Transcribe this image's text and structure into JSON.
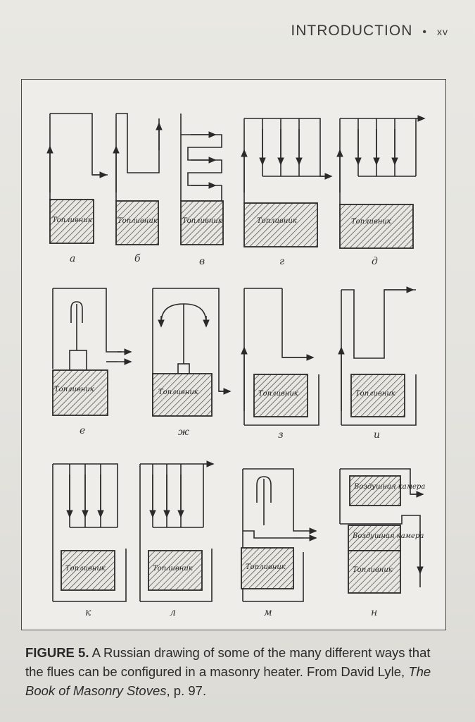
{
  "running_head": {
    "section": "INTRODUCTION",
    "separator": "•",
    "page_number": "xv"
  },
  "figure": {
    "panels": [
      {
        "firebox_label": "Топливник",
        "sublabel": "а"
      },
      {
        "firebox_label": "Топливник",
        "sublabel": "б"
      },
      {
        "firebox_label": "Топливник",
        "sublabel": "в"
      },
      {
        "firebox_label": "Топливник",
        "sublabel": "г"
      },
      {
        "firebox_label": "Топливник",
        "sublabel": "д"
      },
      {
        "firebox_label": "Топливник",
        "sublabel": "е"
      },
      {
        "firebox_label": "Топливник",
        "sublabel": "ж"
      },
      {
        "firebox_label": "Топливник",
        "sublabel": "з"
      },
      {
        "firebox_label": "Топлuвник",
        "sublabel": "и"
      },
      {
        "firebox_label": "Топливник",
        "sublabel": "к"
      },
      {
        "firebox_label": "Топливник",
        "sublabel": "л"
      },
      {
        "firebox_label": "Топливник",
        "sublabel": "м"
      },
      {
        "firebox_label": "Топливник",
        "sublabel": "н",
        "air_chamber_label": "Воздушная камера"
      }
    ]
  },
  "caption": {
    "figure_number": "FIGURE 5.",
    "text": " A Russian drawing of some of the many different ways that the flues can be configured in a masonry heater. From David Lyle, ",
    "book_title": "The Book of Masonry Stoves",
    "page_ref": ", p. 97."
  }
}
